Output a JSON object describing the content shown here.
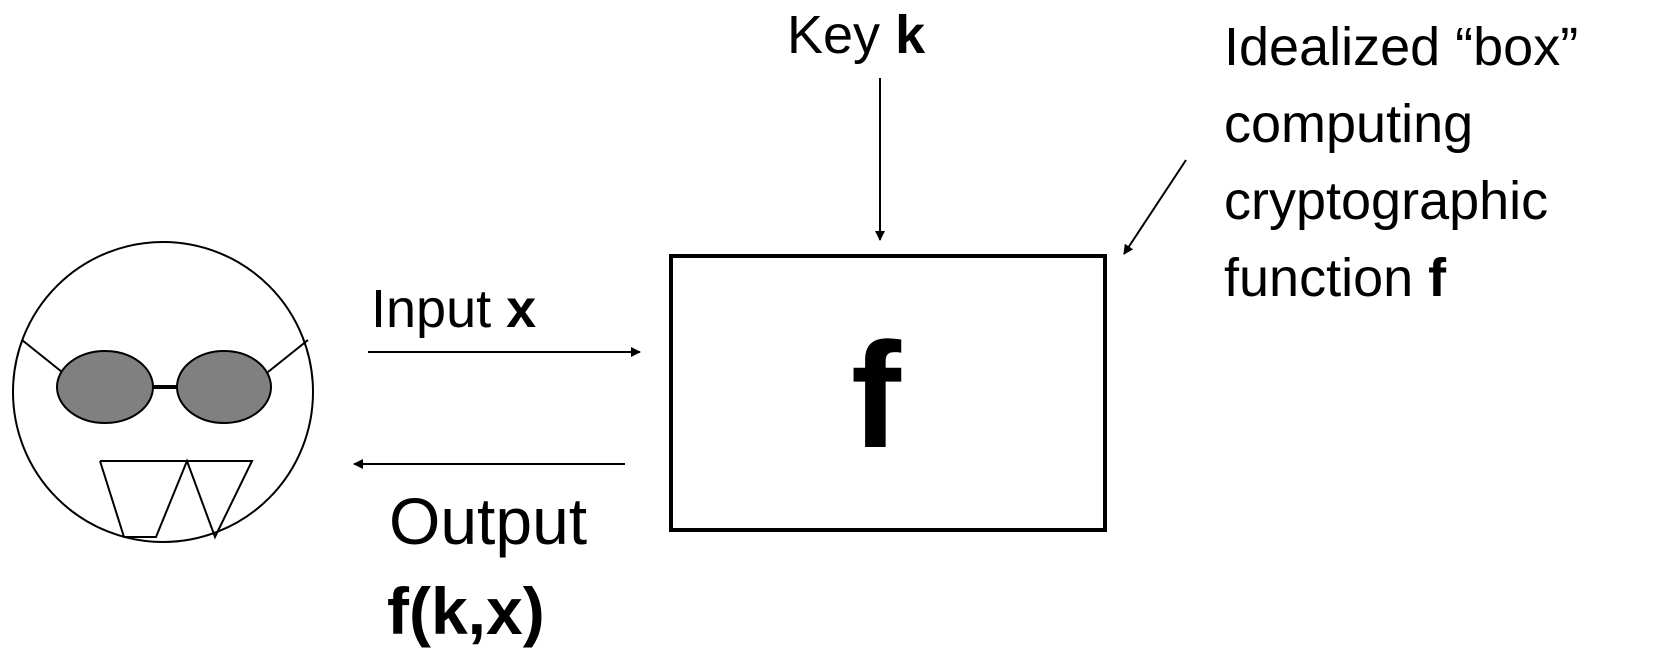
{
  "key_label": {
    "text": "Key ",
    "var": "k"
  },
  "box_caption": {
    "line1": "Idealized “box”",
    "line2": "computing",
    "line3": "cryptographic",
    "line4_text": "function ",
    "line4_var": "f"
  },
  "box_symbol": "f",
  "input_label": {
    "text": "Input ",
    "var": "x"
  },
  "output_label": {
    "line1": "Output",
    "line2": "f(k,x)"
  },
  "colors": {
    "ink": "#000000",
    "lens_fill": "#808080",
    "background": "#ffffff"
  }
}
